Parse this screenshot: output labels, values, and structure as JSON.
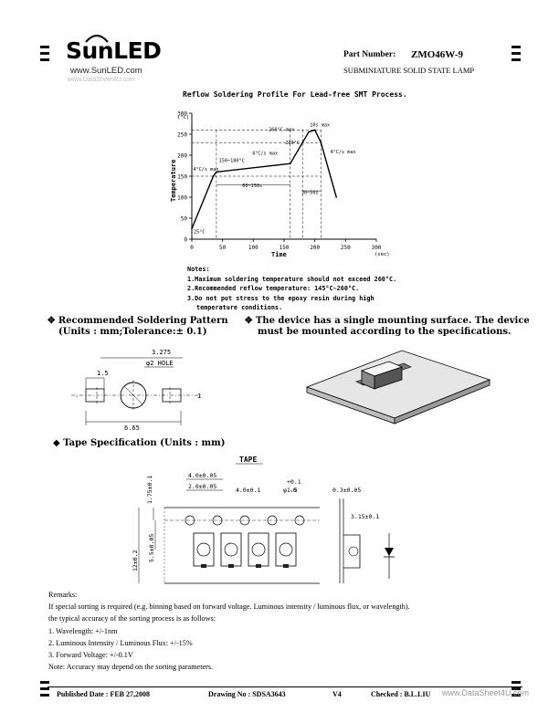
{
  "brand": {
    "name": "SunLED",
    "url": "www.SunLED.com"
  },
  "watermark_top": "www.DataSheet4U.com",
  "header": {
    "part_number_label": "Part Number:",
    "part_number": "ZMO46W-9",
    "subtitle": "SUBMINIATURE SOLID STATE LAMP"
  },
  "reflow_chart": {
    "title": "Reflow Soldering Profile For Lead-free SMT Process.",
    "ylabel": "Temperature",
    "yunit": "(°C)",
    "xlabel": "Time",
    "xunit": "(sec)",
    "y_ticks": [
      "300",
      "250",
      "200",
      "150",
      "100",
      "50",
      "0"
    ],
    "x_ticks": [
      "0",
      "50",
      "100",
      "150",
      "200",
      "250",
      "300"
    ],
    "annotations": {
      "peak_time": "10s max",
      "max_temp": "260°C max",
      "t230": "230°C",
      "rate_down": "4°C/s max",
      "rate_mid": "4°C/s max",
      "preheat": "150~180°C",
      "rate_up": "4°C/s max",
      "soak": "60~150s",
      "above230": "30~50s",
      "start": "25°C"
    },
    "notes_title": "Notes:",
    "notes": [
      "1.Maximum soldering temperature should not exceed 260°C.",
      "2.Recommended reflow temperature: 145°C~260°C.",
      "3.Do not put stress to the epoxy resin during high",
      "temperature conditions."
    ],
    "chart_data": {
      "type": "line",
      "title": "Reflow Soldering Profile For Lead-free SMT Process.",
      "xlabel": "Time",
      "ylabel": "Temperature",
      "xlim": [
        0,
        300
      ],
      "ylim": [
        0,
        300
      ],
      "series": [
        {
          "x": [
            0,
            35,
            40,
            160,
            180,
            190,
            200,
            210,
            235
          ],
          "y": [
            25,
            150,
            160,
            180,
            230,
            255,
            260,
            230,
            100
          ]
        }
      ]
    }
  },
  "soldering": {
    "title_line1": "Recommended Soldering Pattern",
    "title_line2": "(Units : mm;Tolerance:± 0.1)",
    "dim_top": "3.275",
    "dim_hole": "φ2 HOLE",
    "dim_pad": "1.5",
    "dim_total": "6.65",
    "pin_right": "1"
  },
  "mounting": {
    "line1": "The device has a single mounting surface. The device",
    "line2": "must be mounted according to the specifications."
  },
  "tape": {
    "title": "Tape Specification (Units : mm)",
    "label": "TAPE",
    "d_pitch": "4.0±0.05",
    "d_half": "2.0±0.05",
    "d_pocket": "4.0±0.1",
    "d_hole_a": "φ1.5",
    "d_hole_tol_up": "+0.1",
    "d_hole_tol_dn": "-0",
    "d_edge": "1.75±0.1",
    "d_row": "5.5±0.05",
    "d_width": "12±0.2",
    "d_thick": "0.3±0.05",
    "d_depth": "3.15±0.1"
  },
  "remarks": {
    "title": "Remarks:",
    "lines": [
      "If special sorting is required (e.g. binning based on forward voltage. Luminous intensity / luminous flux, or wavelength).",
      "the typical accuracy of the sorting process is as follows:",
      "1. Wavelength: +/-1nm",
      "2. Luminous Intensity / Luminous Flux: +/-15%",
      "3. Forward Voltage: +/-0.1V",
      "Note: Accuracy may depend on the sorting parameters."
    ]
  },
  "footer": {
    "published": "Published Date : FEB  27,2008",
    "drawing": "Drawing No : SDSA3643",
    "version": "V4",
    "checked": "Checked : B.L.LIU",
    "watermark": "www.DataSheet4U.com"
  }
}
